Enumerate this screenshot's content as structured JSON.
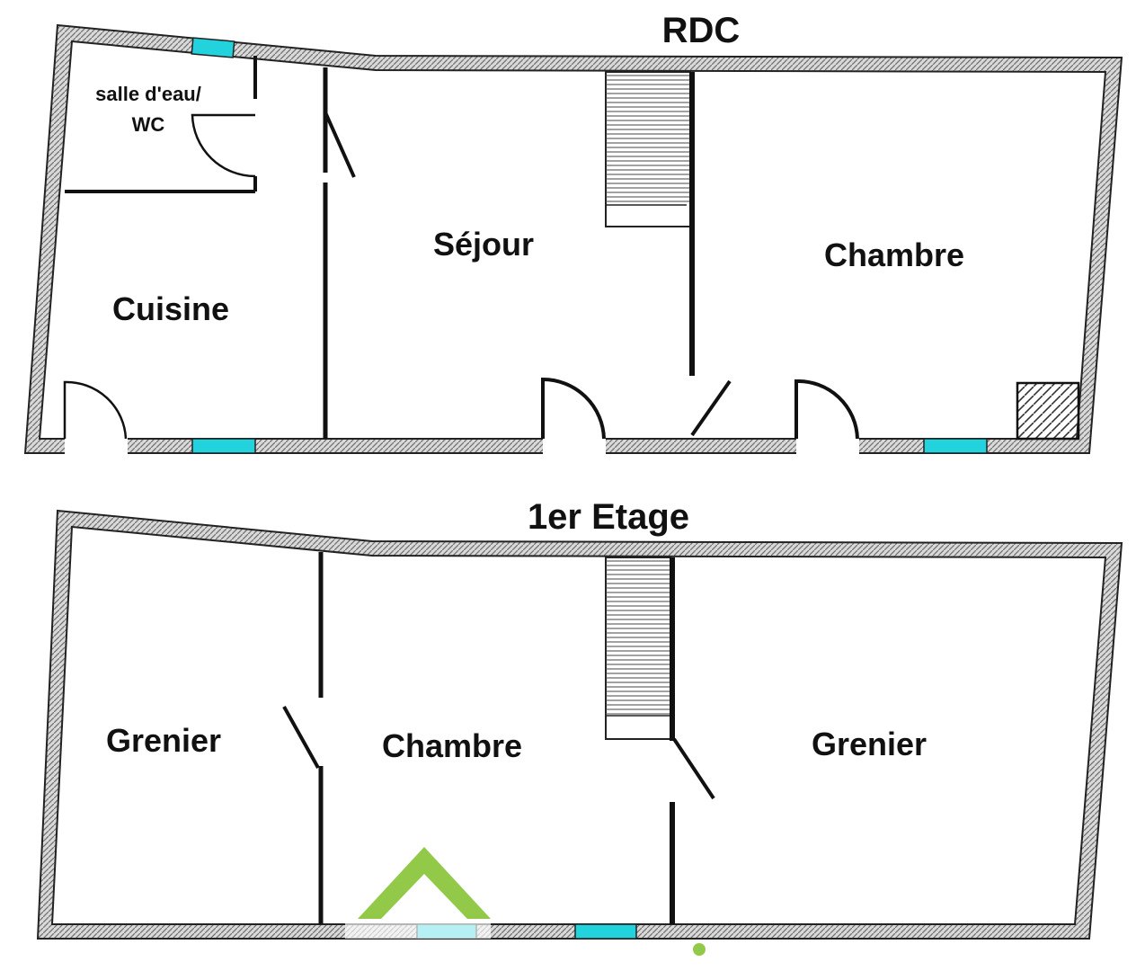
{
  "levels": {
    "ground": {
      "title": "RDC",
      "rooms": {
        "salle_deau": [
          "salle d'eau/",
          "WC"
        ],
        "cuisine": "Cuisine",
        "sejour": "Séjour",
        "chambre": "Chambre"
      }
    },
    "upper": {
      "title": "1er Etage",
      "rooms": {
        "grenier_left": "Grenier",
        "chambre": "Chambre",
        "grenier_right": "Grenier"
      }
    }
  },
  "colors": {
    "wall_outline": "#222222",
    "wall_fill": "#bdbdbd",
    "window": "#22d3dd",
    "logo": "#8cc63f"
  }
}
